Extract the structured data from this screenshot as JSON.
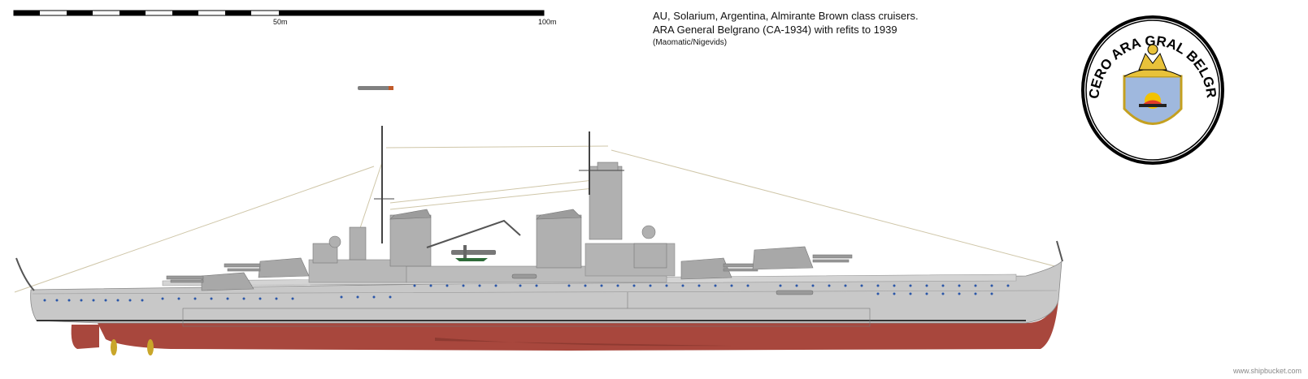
{
  "caption": {
    "line1": "AU, Solarium, Argentina, Almirante Brown class cruisers.",
    "line2": "ARA General Belgrano (CA-1934) with refits to 1939",
    "line3": "(Maomatic/Nigevids)"
  },
  "scale": {
    "label_50": "50m",
    "label_100": "100m"
  },
  "emblem": {
    "text": "CRUCERO ARA GRAL BELGRANO"
  },
  "watermark": "www.shipbucket.com",
  "colors": {
    "hull_grey": "#c8c8c8",
    "antifouling_red": "#a8473d",
    "superstructure_grey": "#b4b4b4",
    "emblem_gold": "#e8c23a",
    "emblem_blue": "#9fb8de"
  }
}
